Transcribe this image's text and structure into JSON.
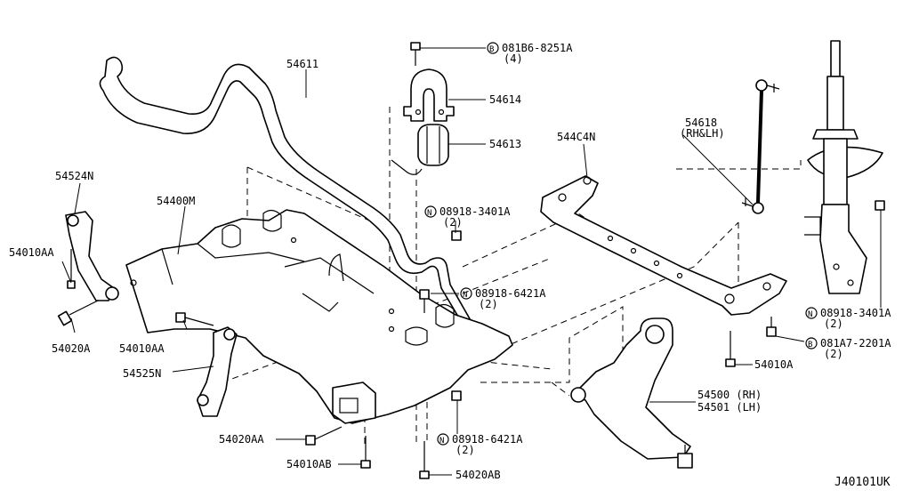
{
  "diagram_id": "J40101UK",
  "labels": {
    "stabilizer": "54611",
    "bushing_clamp": "54614",
    "bushing": "54613",
    "bolt_bracket": "081B6-8251A",
    "bolt_bracket_qty": "(4)",
    "stabilizer_link": "54618",
    "stabilizer_link_side": "(RH&LH)",
    "member_stay": "544C4N",
    "nut_stab": "08918-3401A",
    "nut_stab_qty": "(2)",
    "nut_member": "08918-6421A",
    "nut_member_qty": "(2)",
    "member": "54400M",
    "bracket_left": "54524N",
    "bolt_left_1": "54010AA",
    "bolt_left_2": "54020A",
    "bolt_mid": "54010AA",
    "bracket_mid": "54525N",
    "bolt_bottom_1": "54020AA",
    "bolt_bottom_2": "54010AB",
    "nut_bottom": "08918-6421A",
    "nut_bottom_qty": "(2)",
    "bolt_bottom_3": "54020AB",
    "nut_strut": "08918-3401A",
    "nut_strut_qty": "(2)",
    "bolt_strut": "081A7-2201A",
    "bolt_strut_qty": "(2)",
    "bolt_stay": "54010A",
    "arm_rh": "54500 (RH)",
    "arm_lh": "54501 (LH)"
  },
  "markers": {
    "bolt": "B",
    "nut": "N"
  }
}
